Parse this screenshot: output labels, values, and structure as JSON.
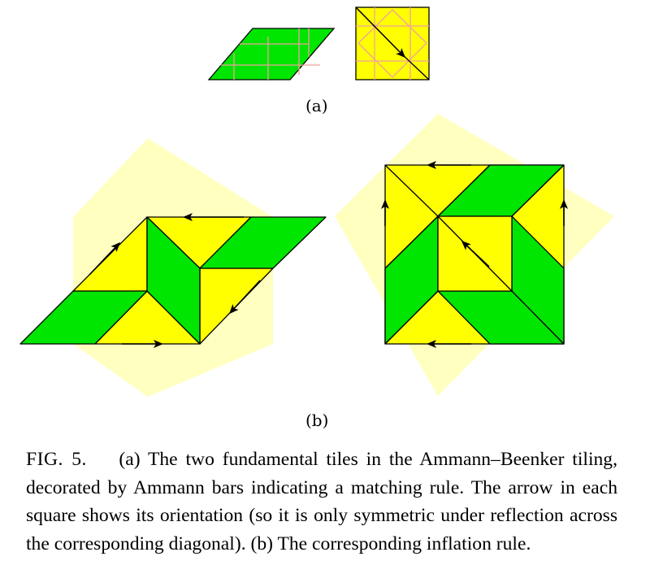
{
  "figure": {
    "panel_a_label": "(a)",
    "panel_b_label": "(b)",
    "colors": {
      "rhomb_fill": "#00e600",
      "square_fill": "#ffff00",
      "ammann_bar": "#f0a0a0",
      "halo": "#ffffc0",
      "edge": "#000000"
    }
  },
  "caption": {
    "label": "FIG. 5.",
    "text": "(a) The two fundamental tiles in the Ammann–Beenker tiling, decorated by Ammann bars indicating a matching rule. The arrow in each square shows its orientation (so it is only symmetric under reflection across the corresponding diagonal). (b) The corresponding inflation rule."
  }
}
